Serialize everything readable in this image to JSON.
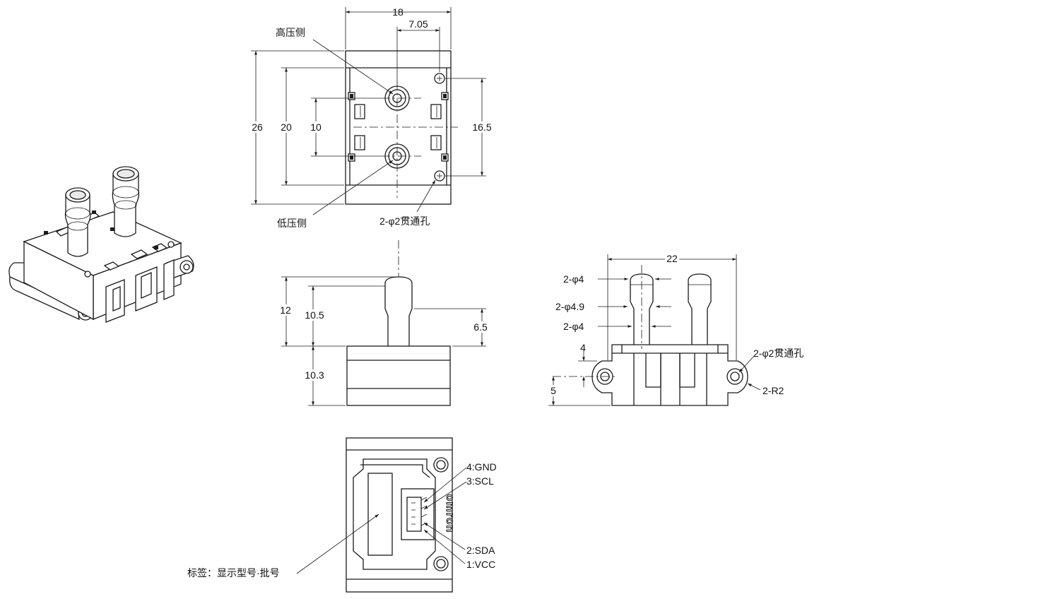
{
  "top_view": {
    "dims": {
      "width": "18",
      "offset": "7.05",
      "height_total": "26",
      "height_body": "20",
      "port_pitch": "10",
      "hole_pitch": "16.5"
    },
    "labels": {
      "high_side": "高压侧",
      "low_side": "低压侧",
      "through_hole": "2-φ2贯通孔"
    }
  },
  "side_view": {
    "dims": {
      "total_height": "12",
      "nozzle_height": "10.5",
      "tip_height": "6.5",
      "body_height": "10.3"
    }
  },
  "front_view": {
    "dims": {
      "width": "22",
      "tip_dia": "2-φ4",
      "barb_dia": "2-φ4.9",
      "base_dia": "2-φ4",
      "hole_offset": "4",
      "hole_height": "5"
    },
    "labels": {
      "through_hole": "2-φ2贯通孔",
      "radius": "2-R2"
    }
  },
  "bottom_view": {
    "pins": {
      "p4": "4:GND",
      "p3": "3:SCL",
      "p2": "2:SDA",
      "p1": "1:VCC"
    },
    "label_note": "标签：显示型号·批号",
    "logo": "omron"
  }
}
